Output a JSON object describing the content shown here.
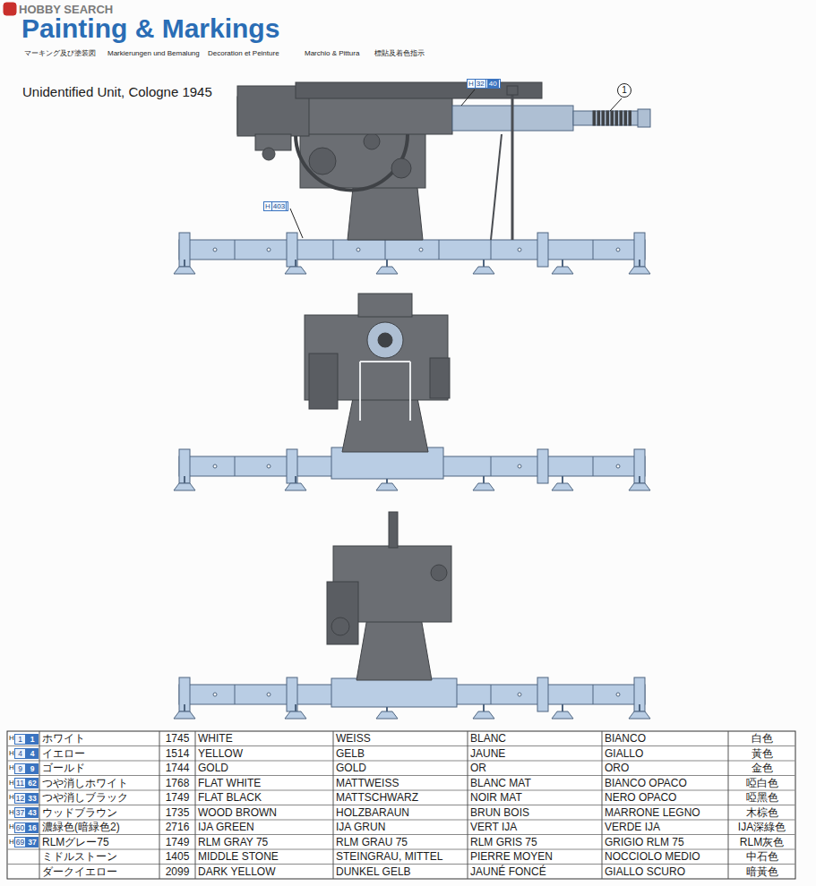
{
  "diagram": {
    "title": "Painting & Markings",
    "nodes": [
      {
        "text": [
          "H",
          "32",
          "40"
        ]
      },
      {
        "text": [
          "H",
          "403"
        ]
      },
      {
        "text": [
          "1"
        ]
      }
    ],
    "labels": [
      "HOBBY SEARCH",
      "マーキング及び塗装図",
      "Markierungen und Bemalung",
      "Decoration et Peinture",
      "Marchio & Pittura",
      "標貼及着色指示",
      "Unidentified Unit, Cologne 1945",
      "H",
      "1",
      "1",
      "ホワイト",
      "1745",
      "WHITE",
      "WEISS",
      "BLANC",
      "BIANCO",
      "白色",
      "H",
      "4",
      "4",
      "イエロー",
      "1514",
      "YELLOW",
      "GELB",
      "JAUNE",
      "GIALLO",
      "黃色",
      "H",
      "9",
      "9",
      "ゴールド",
      "1744",
      "GOLD",
      "GOLD",
      "OR",
      "ORO",
      "金色",
      "H",
      "11",
      "62",
      "つや消しホワイト",
      "1768",
      "FLAT WHITE",
      "MATTWEISS",
      "BLANC MAT",
      "BIANCO OPACO",
      "啞白色",
      "H",
      "12",
      "33",
      "つや消しブラック",
      "1749",
      "FLAT BLACK",
      "MATTSCHWARZ",
      "NOIR MAT",
      "NERO OPACO",
      "啞黑色",
      "H",
      "37",
      "43",
      "ウッドブラウン",
      "1735",
      "WOOD BROWN",
      "HOLZBARAUN",
      "BRUN BOIS",
      "MARRONE LEGNO",
      "木棕色",
      "H",
      "60",
      "16",
      "濃緑色(暗緑色2)",
      "2716",
      "IJA GREEN",
      "IJA GRUN",
      "VERT IJA",
      "VERDE IJA",
      "IJA深綠色",
      "H",
      "69",
      "37",
      "RLMグレー75",
      "1749",
      "RLM GRAY 75",
      "RLM GRAU 75",
      "RLM GRIS 75",
      "GRIGIO RLM 75",
      "RLM灰色",
      "ミドルストーン",
      "1405",
      "MIDDLE STONE",
      "STEINGRAU, MITTEL",
      "PIERRE MOYEN",
      "NOCCIOLO MEDIO",
      "中石色",
      "ダークイエロー",
      "2099",
      "DARK YELLOW",
      "DUNKEL GELB",
      "JAUNÉ FONCÉ",
      "GIALLO SCURO",
      "暗黃色"
    ]
  }
}
